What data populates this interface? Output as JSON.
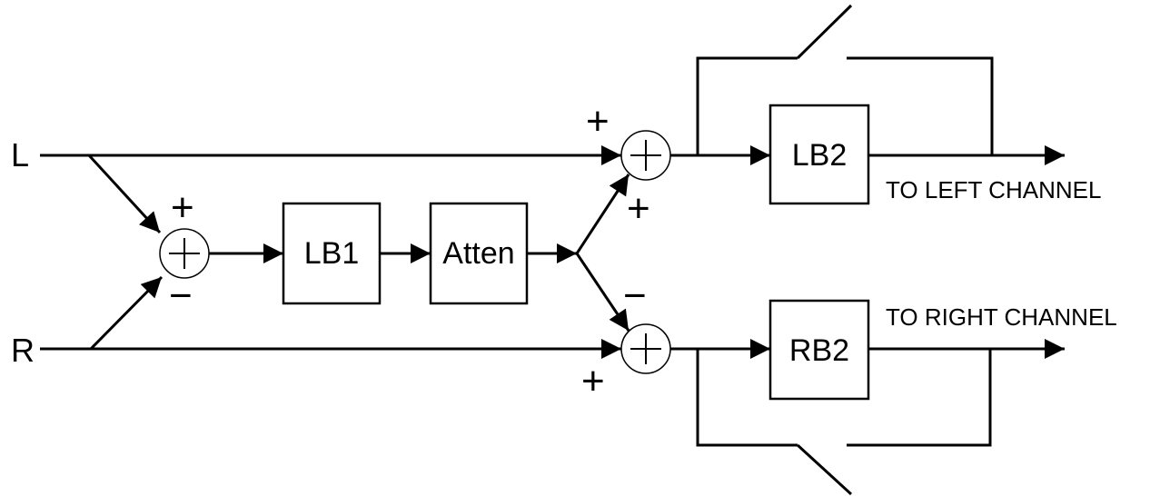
{
  "inputs": {
    "left": "L",
    "right": "R"
  },
  "blocks": {
    "lb1": "LB1",
    "atten": "Atten",
    "lb2": "LB2",
    "rb2": "RB2"
  },
  "outputs": {
    "left": "TO LEFT CHANNEL",
    "right": "TO RIGHT CHANNEL"
  },
  "signs": {
    "sum1_top": "+",
    "sum1_bottom": "−",
    "sumL_top": "+",
    "sumL_bottom": "+",
    "sumR_top": "−",
    "sumR_bottom": "+"
  },
  "colors": {
    "line": "#000000",
    "background": "#ffffff"
  }
}
